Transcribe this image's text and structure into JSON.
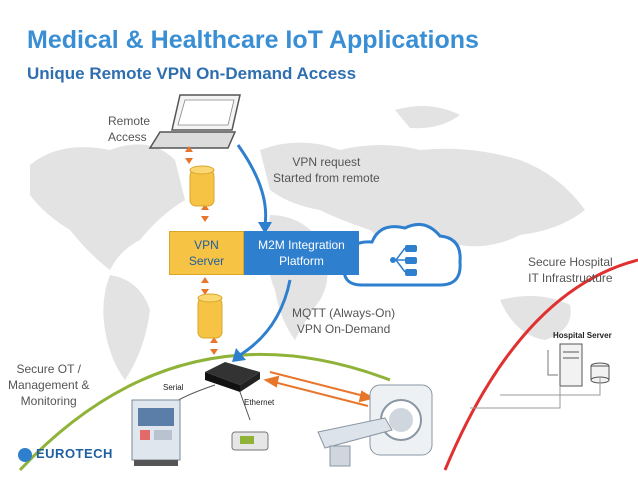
{
  "title": "Medical & Healthcare IoT Applications",
  "subtitle": "Unique Remote VPN On-Demand Access",
  "labels": {
    "remote_access": "Remote\nAccess",
    "vpn_request": "VPN request\nStarted from remote",
    "vpn_server": "VPN\nServer",
    "m2m_platform": "M2M Integration\nPlatform",
    "secure_hospital": "Secure Hospital\nIT Infrastructure",
    "mqtt": "MQTT (Always-On)\nVPN On-Demand",
    "secure_ot": "Secure OT /\nManagement &\nMonitoring",
    "serial": "Serial",
    "ethernet": "Ethernet",
    "hospital_server": "Hospital Server"
  },
  "logo_text": "EUROTECH",
  "colors": {
    "title": "#3a8fd4",
    "vpn_box": "#f6c344",
    "m2m_box": "#2f7fcf",
    "green_arc": "#8fb339",
    "red_arc": "#e03030",
    "arrow_blue": "#2f7fcf",
    "arrow_orange": "#e8762a"
  },
  "icons": [
    "laptop-icon",
    "vpn-tunnel-icon",
    "cloud-icon",
    "gateway-icon",
    "medical-cart-icon",
    "mri-scanner-icon",
    "infusion-device-icon",
    "hospital-server-icon"
  ]
}
